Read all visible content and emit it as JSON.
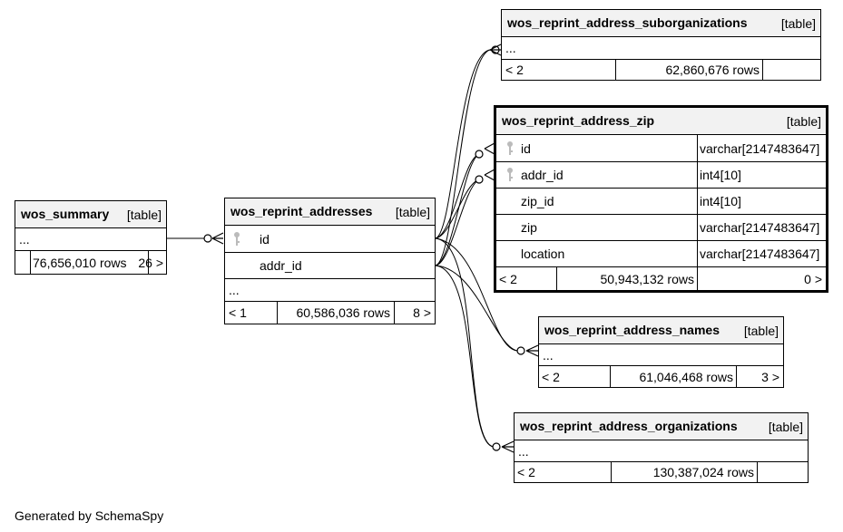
{
  "tables": {
    "summary": {
      "name": "wos_summary",
      "type": "[table]",
      "rows_label": "76,656,010 rows",
      "children": "26 >"
    },
    "addresses": {
      "name": "wos_reprint_addresses",
      "type": "[table]",
      "columns": [
        "id",
        "addr_id"
      ],
      "parents": "< 1",
      "rows_label": "60,586,036 rows",
      "children": "8 >"
    },
    "suborganizations": {
      "name": "wos_reprint_address_suborganizations",
      "type": "[table]",
      "parents": "< 2",
      "rows_label": "62,860,676 rows"
    },
    "zip": {
      "name": "wos_reprint_address_zip",
      "type": "[table]",
      "columns": [
        {
          "name": "id",
          "type": "varchar[2147483647]"
        },
        {
          "name": "addr_id",
          "type": "int4[10]"
        },
        {
          "name": "zip_id",
          "type": "int4[10]"
        },
        {
          "name": "zip",
          "type": "varchar[2147483647]"
        },
        {
          "name": "location",
          "type": "varchar[2147483647]"
        }
      ],
      "parents": "< 2",
      "rows_label": "50,943,132 rows",
      "children": "0 >"
    },
    "names": {
      "name": "wos_reprint_address_names",
      "type": "[table]",
      "parents": "< 2",
      "rows_label": "61,046,468 rows",
      "children": "3 >"
    },
    "organizations": {
      "name": "wos_reprint_address_organizations",
      "type": "[table]",
      "parents": "< 2",
      "rows_label": "130,387,024 rows"
    }
  },
  "ellipsis": "...",
  "footer": "Generated by SchemaSpy"
}
